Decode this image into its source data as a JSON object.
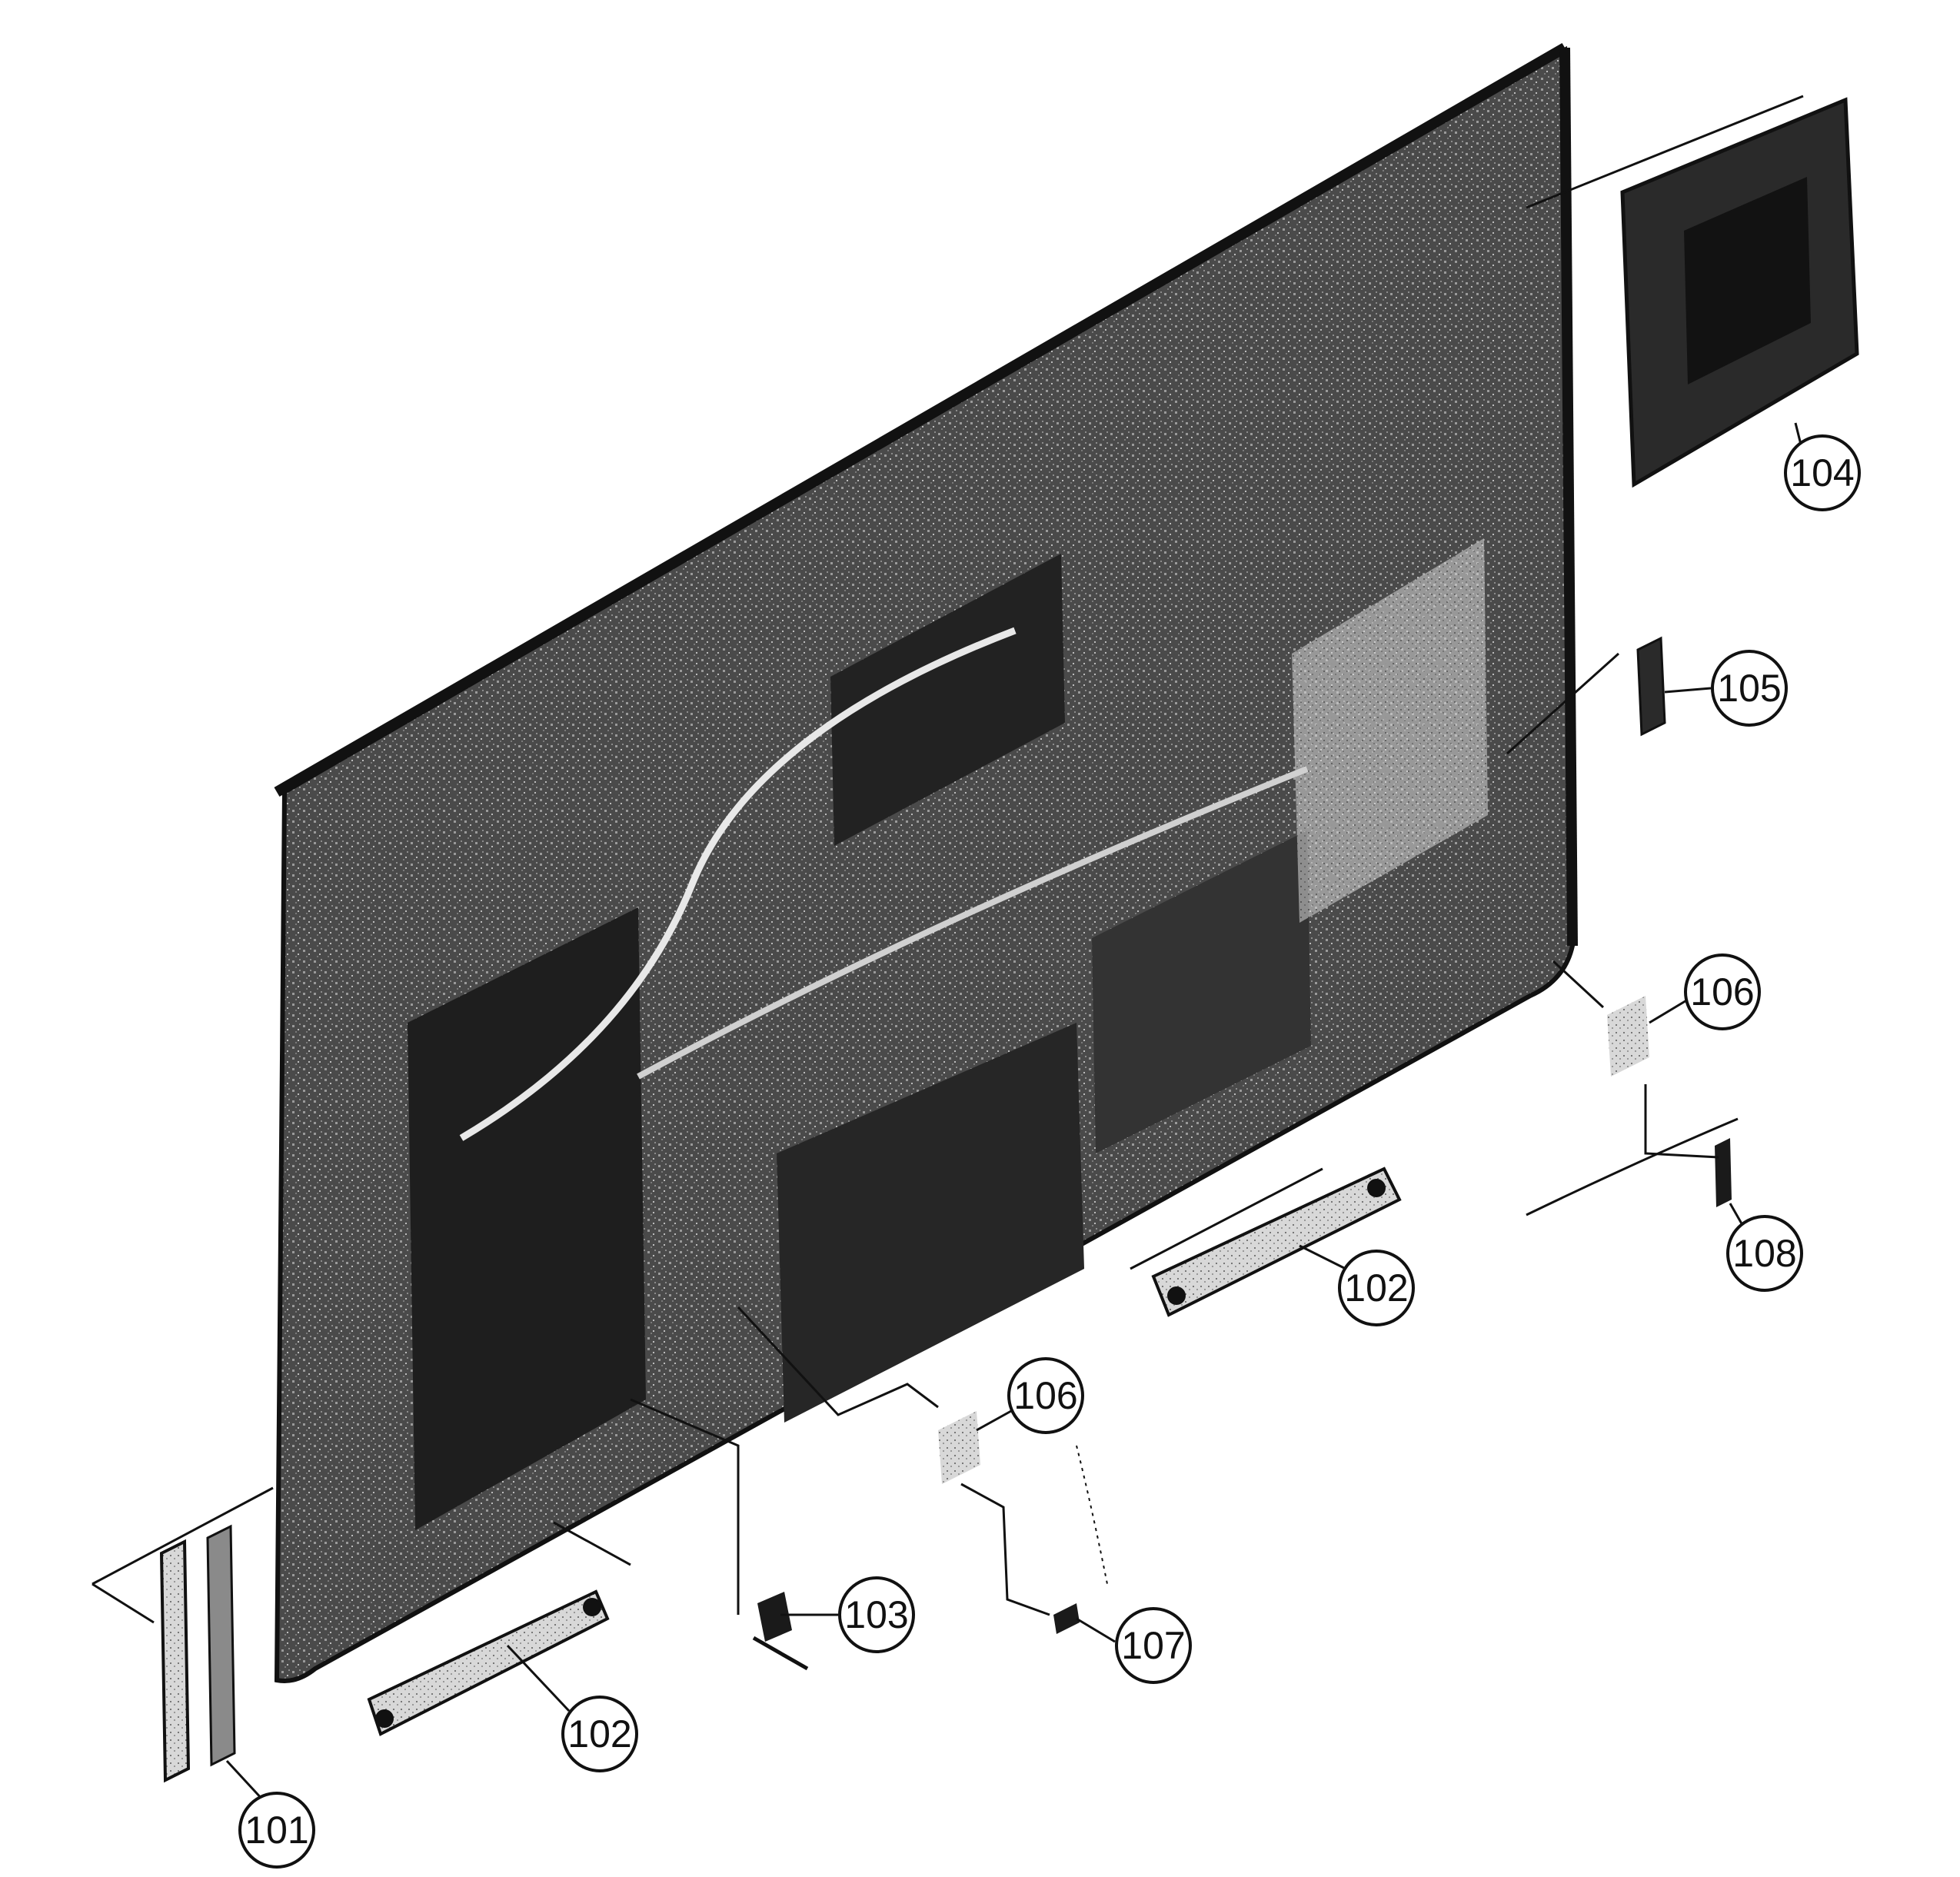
{
  "colors": {
    "ink": "#111111",
    "panel_dark": "#2b2b2b",
    "panel_mid": "#5a5a5a",
    "paper": "#ffffff"
  },
  "callouts": [
    {
      "id": "101",
      "label": "101"
    },
    {
      "id": "102a",
      "label": "102"
    },
    {
      "id": "102b",
      "label": "102"
    },
    {
      "id": "103",
      "label": "103"
    },
    {
      "id": "104",
      "label": "104"
    },
    {
      "id": "105",
      "label": "105"
    },
    {
      "id": "106a",
      "label": "106"
    },
    {
      "id": "106b",
      "label": "106"
    },
    {
      "id": "107",
      "label": "107"
    },
    {
      "id": "108",
      "label": "108"
    }
  ]
}
